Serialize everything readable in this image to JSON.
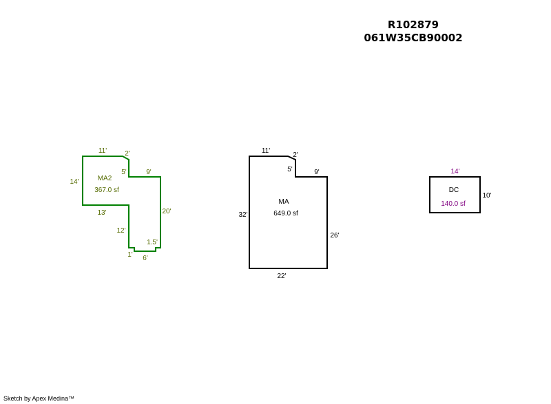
{
  "header": {
    "parcel_id": "R102879",
    "map_number": "061W35CB90002"
  },
  "colors": {
    "ma2": "#008000",
    "ma": "#000000",
    "dc": "#000000",
    "ma2_text": "#556b00",
    "dc_dim": "#800080"
  },
  "sketch": {
    "ma2": {
      "name": "MA2",
      "area": "367.0 sf",
      "dims": {
        "top": "11'",
        "chamfer": "2'",
        "step": "5'",
        "step_top": "9'",
        "left": "14'",
        "right": "20'",
        "bottom_left": "13'",
        "inner_down": "12'",
        "notch_right": "1.5'",
        "notch_left": "1'",
        "bottom": "6'"
      }
    },
    "ma": {
      "name": "MA",
      "area": "649.0 sf",
      "dims": {
        "top": "11'",
        "chamfer": "2'",
        "step": "5'",
        "step_top": "9'",
        "left": "32'",
        "right": "26'",
        "bottom": "22'"
      }
    },
    "dc": {
      "name": "DC",
      "area": "140.0 sf",
      "dims": {
        "top": "14'",
        "right": "10'"
      }
    }
  },
  "footer": "Sketch by Apex Medina™"
}
